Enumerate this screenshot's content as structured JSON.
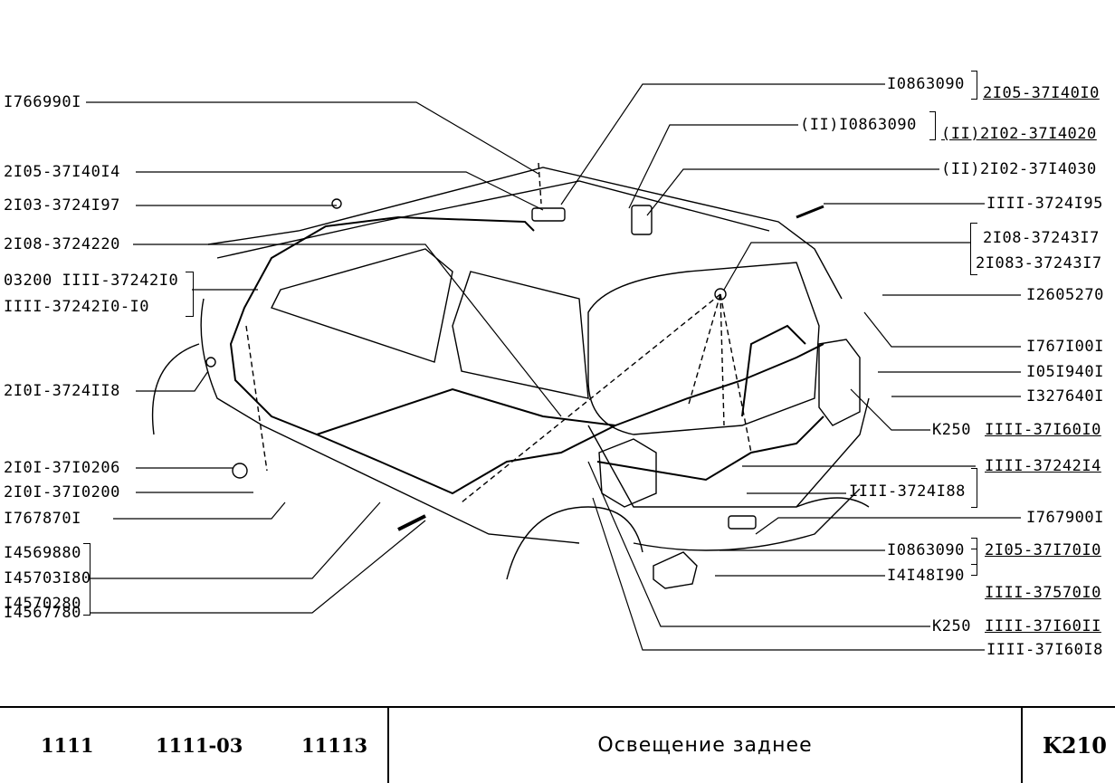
{
  "labels_left": [
    "I766990I",
    "2I05-37I40I4",
    "2I03-3724I97",
    "2I08-3724220",
    "03200 IIII-37242I0",
    "IIII-37242I0-I0",
    "2I0I-3724II8",
    "2I0I-37I0206",
    "2I0I-37I0200",
    "I767870I",
    "I4569880",
    "I45703I80",
    "I4570280",
    "I4567780"
  ],
  "labels_right": {
    "r1a": "I0863090",
    "r1b": "2I05-37I40I0",
    "r2a": "(II)I0863090",
    "r2b": "(II)2I02-37I4020",
    "r3": "(II)2I02-37I4030",
    "r4": "IIII-3724I95",
    "r5": "2I08-37243I7",
    "r6": "2I083-37243I7",
    "r7": "I2605270",
    "r8": "I767I00I",
    "r9": "I05I940I",
    "r10": "I327640I",
    "r11a": "K250",
    "r11b": "IIII-37I60I0",
    "r12": "IIII-37242I4",
    "r13": "IIII-3724I88",
    "r14": "I767900I",
    "r15a": "I0863090",
    "r15b": "2I05-37I70I0",
    "r16a": "I4I48I90",
    "r16b": "IIII-37570I0",
    "r17a": "K250",
    "r17b": "IIII-37I60II",
    "r18": "IIII-37I60I8"
  },
  "footer": {
    "model1": "1111",
    "model2": "1111-03",
    "model3": "11113",
    "title": "Освещение заднее",
    "code": "K210"
  }
}
